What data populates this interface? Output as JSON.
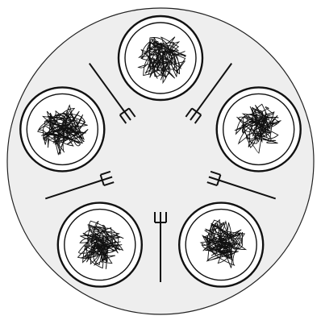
{
  "scene": {
    "subject": "dining-philosophers-table",
    "plate_count": 5,
    "fork_count": 5,
    "colors": {
      "table": "#eeeeee",
      "outline": "#111111",
      "plate": "#ffffff"
    }
  }
}
